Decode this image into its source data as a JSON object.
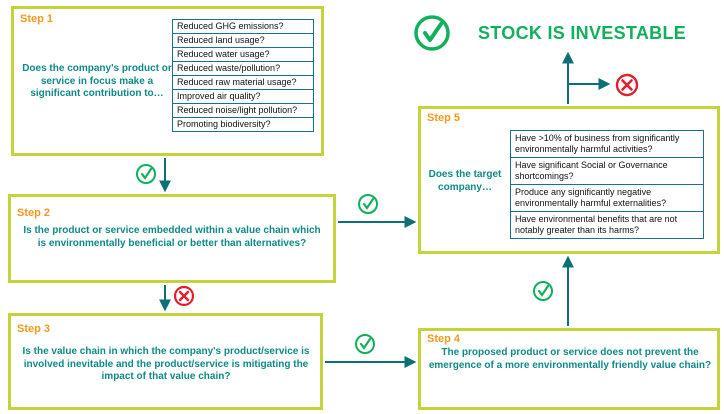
{
  "step1": {
    "label": "Step 1",
    "question": "Does the company's product or service in focus make a significant contribution to…",
    "criteria": [
      "Reduced GHG emissions?",
      "Reduced land usage?",
      "Reduced water usage?",
      "Reduced waste/pollution?",
      "Reduced raw material usage?",
      "Improved air quality?",
      "Reduced noise/light pollution?",
      "Promoting biodiversity?"
    ]
  },
  "step2": {
    "label": "Step 2",
    "question": "Is the product or service embedded within a value chain which is environmentally beneficial or better than alternatives?"
  },
  "step3": {
    "label": "Step 3",
    "question": "Is the value chain in which the company's product/service is involved inevitable and the product/service is mitigating the impact of that value chain?"
  },
  "step4": {
    "label": "Step 4",
    "question": "The proposed product or service does not prevent the emergence of a more environmentally friendly value chain?"
  },
  "step5": {
    "label": "Step 5",
    "question": "Does the target company…",
    "criteria": [
      "Have >10% of business from significantly environmentally harmful activities?",
      "Have significant Social or Governance shortcomings?",
      "Produce any significantly negative environmentally harmful externalities?",
      "Have  environmental benefits that are not notably greater than its harms?"
    ]
  },
  "result": {
    "title": "STOCK IS INVESTABLE"
  },
  "colors": {
    "border": "#c5d33a",
    "step_label": "#f39a1e",
    "question": "#0f8b87",
    "check": "#12b05c",
    "cross": "#e0202e",
    "arrow": "#0e6f74"
  }
}
